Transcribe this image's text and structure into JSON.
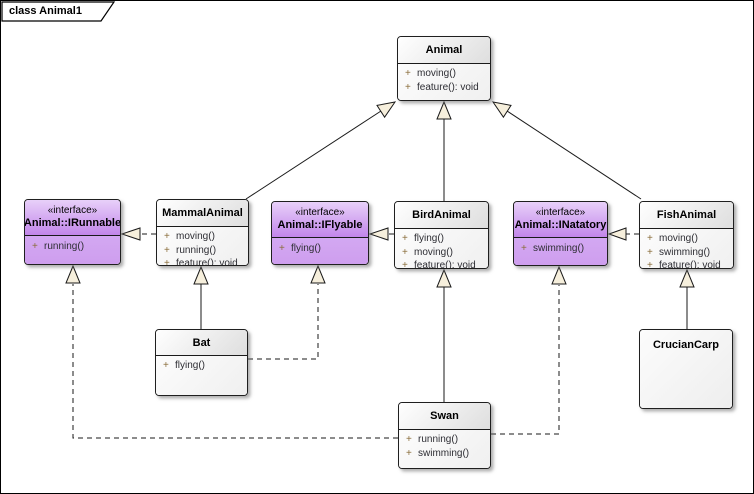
{
  "frame": {
    "title": "class Animal1"
  },
  "colors": {
    "frame_bg": "#FFFFFF",
    "line": "#1A1A1A",
    "arrowhead": "#F6EFDC",
    "class_header_from": "#FFFFFF",
    "class_header_to": "#DEDEDE",
    "class_body_from": "#FCFCFC",
    "class_body_to": "#EDEDED",
    "iface_header_from": "#E8D0F9",
    "iface_header_to": "#C286EA",
    "iface_body_from": "#D3A8F2",
    "iface_body_to": "#C78FE9"
  },
  "nodes": {
    "animal": {
      "name": "Animal",
      "methods": [
        {
          "v": "+",
          "s": "moving()"
        },
        {
          "v": "+",
          "s": "feature(): void"
        }
      ]
    },
    "irunnable": {
      "stereotype": "«interface»",
      "name": "Animal::IRunnable",
      "methods": [
        {
          "v": "+",
          "s": "running()"
        }
      ]
    },
    "mammalanimal": {
      "name": "MammalAnimal",
      "methods": [
        {
          "v": "+",
          "s": "moving()"
        },
        {
          "v": "+",
          "s": "running()"
        },
        {
          "v": "+",
          "s": "feature(): void"
        }
      ]
    },
    "iflyable": {
      "stereotype": "«interface»",
      "name": "Animal::IFlyable",
      "methods": [
        {
          "v": "+",
          "s": "flying()"
        }
      ]
    },
    "birdanimal": {
      "name": "BirdAnimal",
      "methods": [
        {
          "v": "+",
          "s": "flying()"
        },
        {
          "v": "+",
          "s": "moving()"
        },
        {
          "v": "+",
          "s": "feature(): void"
        }
      ]
    },
    "inatatory": {
      "stereotype": "«interface»",
      "name": "Animal::INatatory",
      "methods": [
        {
          "v": "+",
          "s": "swimming()"
        }
      ]
    },
    "fishanimal": {
      "name": "FishAnimal",
      "methods": [
        {
          "v": "+",
          "s": "moving()"
        },
        {
          "v": "+",
          "s": "swimming()"
        },
        {
          "v": "+",
          "s": "feature(): void"
        }
      ]
    },
    "bat": {
      "name": "Bat",
      "methods": [
        {
          "v": "+",
          "s": "flying()"
        }
      ]
    },
    "swan": {
      "name": "Swan",
      "methods": [
        {
          "v": "+",
          "s": "running()"
        },
        {
          "v": "+",
          "s": "swimming()"
        }
      ]
    },
    "cruciancarp": {
      "name": "CrucianCarp",
      "methods": []
    }
  },
  "relationships": [
    {
      "type": "generalization",
      "from": "MammalAnimal",
      "to": "Animal"
    },
    {
      "type": "generalization",
      "from": "BirdAnimal",
      "to": "Animal"
    },
    {
      "type": "generalization",
      "from": "FishAnimal",
      "to": "Animal"
    },
    {
      "type": "realization",
      "from": "MammalAnimal",
      "to": "Animal::IRunnable"
    },
    {
      "type": "realization",
      "from": "BirdAnimal",
      "to": "Animal::IFlyable"
    },
    {
      "type": "realization",
      "from": "FishAnimal",
      "to": "Animal::INatatory"
    },
    {
      "type": "generalization",
      "from": "Bat",
      "to": "MammalAnimal"
    },
    {
      "type": "realization",
      "from": "Bat",
      "to": "Animal::IFlyable"
    },
    {
      "type": "generalization",
      "from": "Swan",
      "to": "BirdAnimal"
    },
    {
      "type": "realization",
      "from": "Swan",
      "to": "Animal::IRunnable"
    },
    {
      "type": "realization",
      "from": "Swan",
      "to": "Animal::INatatory"
    },
    {
      "type": "generalization",
      "from": "CrucianCarp",
      "to": "FishAnimal"
    }
  ]
}
